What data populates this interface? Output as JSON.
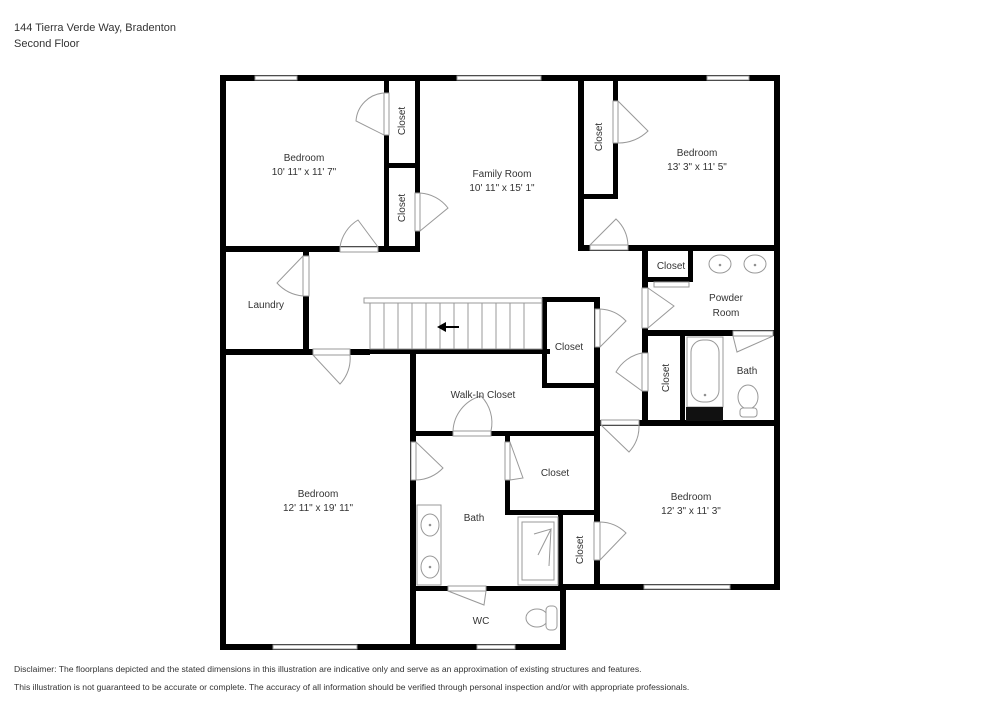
{
  "header": {
    "address": "144 Tierra Verde Way, Bradenton",
    "floor": "Second Floor"
  },
  "rooms": {
    "bedroom_nw": {
      "name": "Bedroom",
      "dims": "10' 11\" x 11' 7\""
    },
    "closet_nw_top": {
      "name": "Closet"
    },
    "closet_nw_bottom": {
      "name": "Closet"
    },
    "family_room": {
      "name": "Family Room",
      "dims": "10' 11\" x 15' 1\""
    },
    "closet_ne": {
      "name": "Closet"
    },
    "bedroom_ne": {
      "name": "Bedroom",
      "dims": "13' 3\" x 11' 5\""
    },
    "closet_powder": {
      "name": "Closet"
    },
    "powder_room": {
      "name": "Powder Room",
      "line1": "Powder",
      "line2": "Room"
    },
    "laundry": {
      "name": "Laundry"
    },
    "closet_stair": {
      "name": "Closet"
    },
    "closet_hall": {
      "name": "Closet"
    },
    "bath_e": {
      "name": "Bath"
    },
    "walk_in_closet": {
      "name": "Walk-In Closet"
    },
    "bedroom_sw": {
      "name": "Bedroom",
      "dims": "12' 11\" x 19' 11\""
    },
    "bath_master": {
      "name": "Bath"
    },
    "closet_master": {
      "name": "Closet"
    },
    "closet_se": {
      "name": "Closet"
    },
    "bedroom_se": {
      "name": "Bedroom",
      "dims": "12' 3\" x 11' 3\""
    },
    "wc": {
      "name": "WC"
    }
  },
  "stairs": {
    "direction": "left",
    "icon": "arrow-left-icon"
  },
  "disclaimer": {
    "line1": "Disclaimer: The floorplans depicted and the stated dimensions in this illustration are indicative only and serve as an approximation of existing structures and features.",
    "line2": "This illustration is not guaranteed to be accurate or complete. The accuracy of all information should be verified through personal inspection and/or with appropriate professionals."
  },
  "colors": {
    "wall": "#000000",
    "fixture": "#999999",
    "text": "#333333"
  }
}
